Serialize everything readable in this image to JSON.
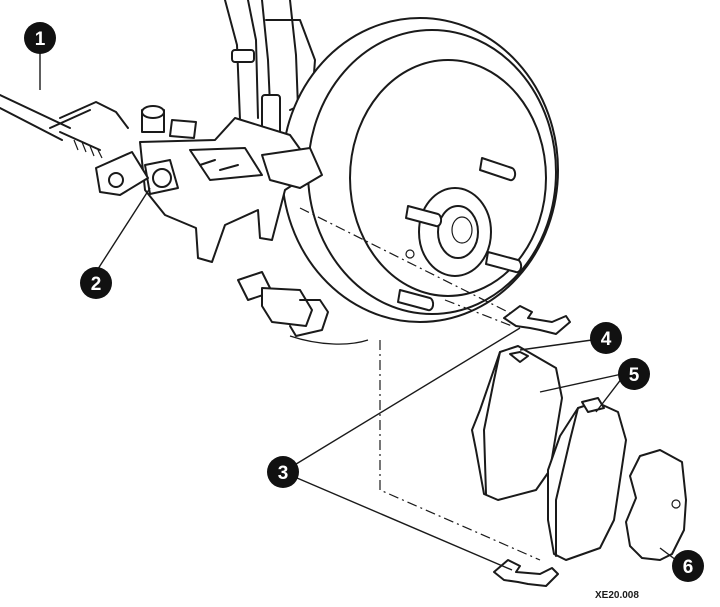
{
  "callouts": [
    {
      "id": "1",
      "label": "1"
    },
    {
      "id": "2",
      "label": "2"
    },
    {
      "id": "3",
      "label": "3"
    },
    {
      "id": "4",
      "label": "4"
    },
    {
      "id": "5",
      "label": "5"
    },
    {
      "id": "6",
      "label": "6"
    }
  ],
  "reference_code": "XE20.008"
}
